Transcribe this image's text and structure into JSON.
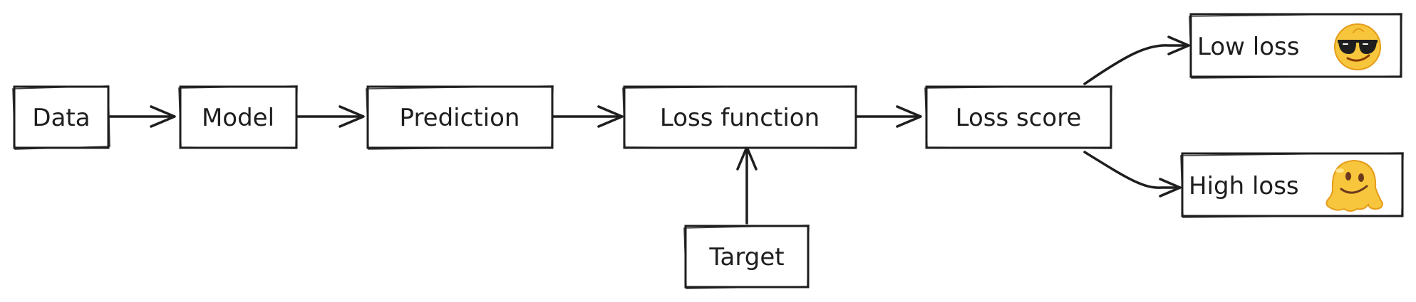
{
  "nodes": {
    "data": {
      "label": "Data"
    },
    "model": {
      "label": "Model"
    },
    "prediction": {
      "label": "Prediction"
    },
    "loss_function": {
      "label": "Loss function"
    },
    "target": {
      "label": "Target"
    },
    "loss_score": {
      "label": "Loss score"
    },
    "low_loss": {
      "label": "Low loss",
      "icon": "sunglasses-face-icon"
    },
    "high_loss": {
      "label": "High loss",
      "icon": "melting-face-icon"
    }
  },
  "edges": [
    {
      "from": "data",
      "to": "model"
    },
    {
      "from": "model",
      "to": "prediction"
    },
    {
      "from": "prediction",
      "to": "loss_function"
    },
    {
      "from": "target",
      "to": "loss_function"
    },
    {
      "from": "loss_function",
      "to": "loss_score"
    },
    {
      "from": "loss_score",
      "to": "low_loss"
    },
    {
      "from": "loss_score",
      "to": "high_loss"
    }
  ],
  "colors": {
    "stroke": "#1e1e1e",
    "background": "#ffffff",
    "emoji_yellow": "#f7c63c",
    "emoji_outline": "#e59c1a"
  }
}
